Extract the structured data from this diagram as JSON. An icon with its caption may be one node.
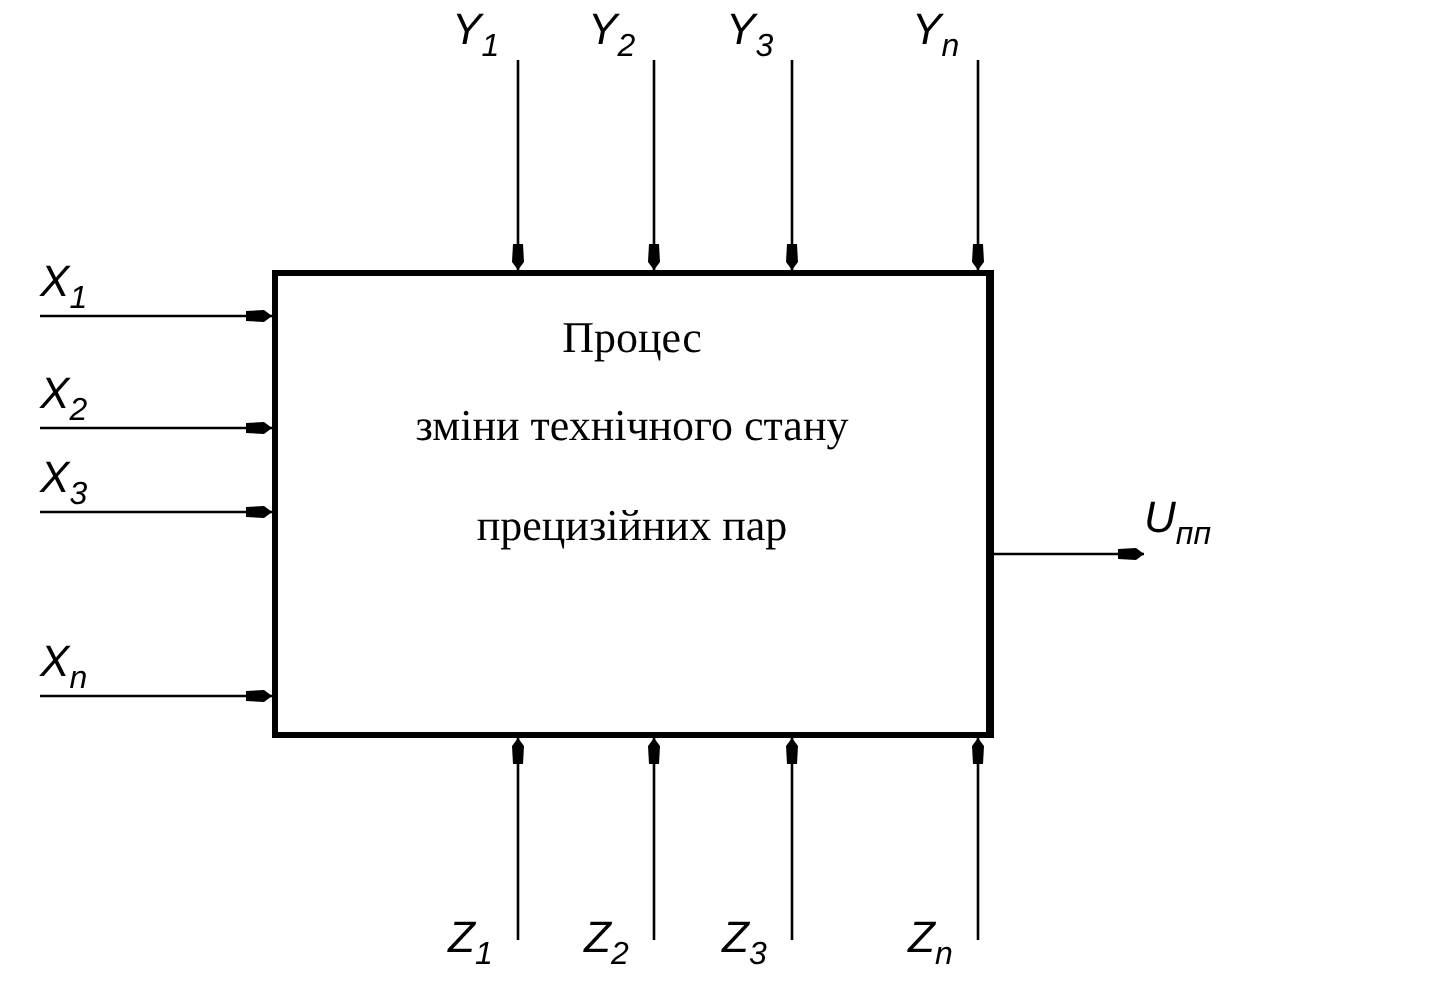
{
  "diagram": {
    "nodes": [
      {
        "text": [
          "Процес",
          "зміни технічного стану прецизійних пар"
        ]
      },
      {
        "text": [
          "X$_{1}$"
        ]
      },
      {
        "text": [
          "X$_{2}$"
        ]
      },
      {
        "text": [
          "X$_{3}$"
        ]
      },
      {
        "text": [
          "X$_{n}$"
        ]
      },
      {
        "text": [
          "Y$_{1}$"
        ]
      },
      {
        "text": [
          "Y$_{2}$"
        ]
      },
      {
        "text": [
          "Y$_{3}$"
        ]
      },
      {
        "text": [
          "Y$_{n}$"
        ]
      },
      {
        "text": [
          "Z$_{1}$"
        ]
      },
      {
        "text": [
          "Z$_{2}$"
        ]
      },
      {
        "text": [
          "Z$_{3}$"
        ]
      },
      {
        "text": [
          "Z$_{n}$"
        ]
      },
      {
        "text": [
          "U$_{пп}$"
        ]
      }
    ],
    "edges": [
      {
        "from": 1,
        "to": 0,
        "arrow": "to"
      },
      {
        "from": 2,
        "to": 0,
        "arrow": "to"
      },
      {
        "from": 3,
        "to": 0,
        "arrow": "to"
      },
      {
        "from": 4,
        "to": 0,
        "arrow": "to"
      },
      {
        "from": 5,
        "to": 0,
        "arrow": "to"
      },
      {
        "from": 6,
        "to": 0,
        "arrow": "to"
      },
      {
        "from": 7,
        "to": 0,
        "arrow": "to"
      },
      {
        "from": 8,
        "to": 0,
        "arrow": "to"
      },
      {
        "from": 9,
        "to": 0,
        "arrow": "to"
      },
      {
        "from": 10,
        "to": 0,
        "arrow": "to"
      },
      {
        "from": 11,
        "to": 0,
        "arrow": "to"
      },
      {
        "from": 12,
        "to": 0,
        "arrow": "to"
      },
      {
        "from": 0,
        "to": 13,
        "arrow": "to"
      }
    ]
  }
}
